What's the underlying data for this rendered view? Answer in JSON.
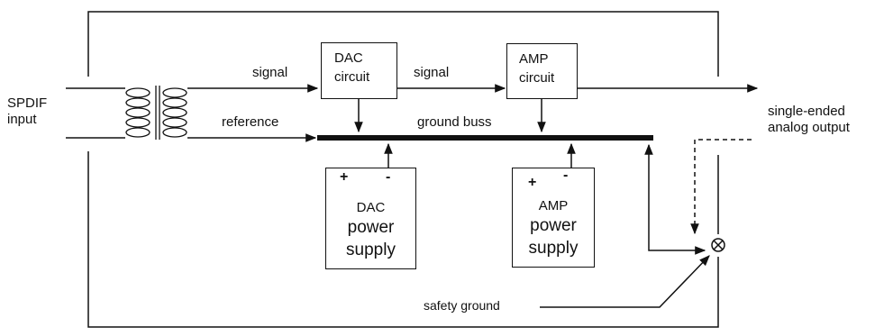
{
  "labels": {
    "input": [
      "SPDIF",
      "input"
    ],
    "output": [
      "single-ended",
      "analog output"
    ],
    "signal_1": "signal",
    "signal_2": "signal",
    "reference": "reference",
    "ground_buss": "ground buss",
    "safety_ground": "safety ground"
  },
  "blocks": {
    "dac_circuit": [
      "DAC",
      "circuit"
    ],
    "amp_circuit": [
      "AMP",
      "circuit"
    ],
    "dac_psu": {
      "plus": "+",
      "minus": "-",
      "name": "DAC",
      "line1": "power",
      "line2": "supply"
    },
    "amp_psu": {
      "plus": "+",
      "minus": "-",
      "name": "AMP",
      "line1": "power",
      "line2": "supply"
    }
  },
  "colors": {
    "line": "#111111",
    "background": "#ffffff"
  },
  "icons": {
    "transformer": "transformer-coils-icon",
    "ground_junction": "circle-cross-junction-icon"
  }
}
